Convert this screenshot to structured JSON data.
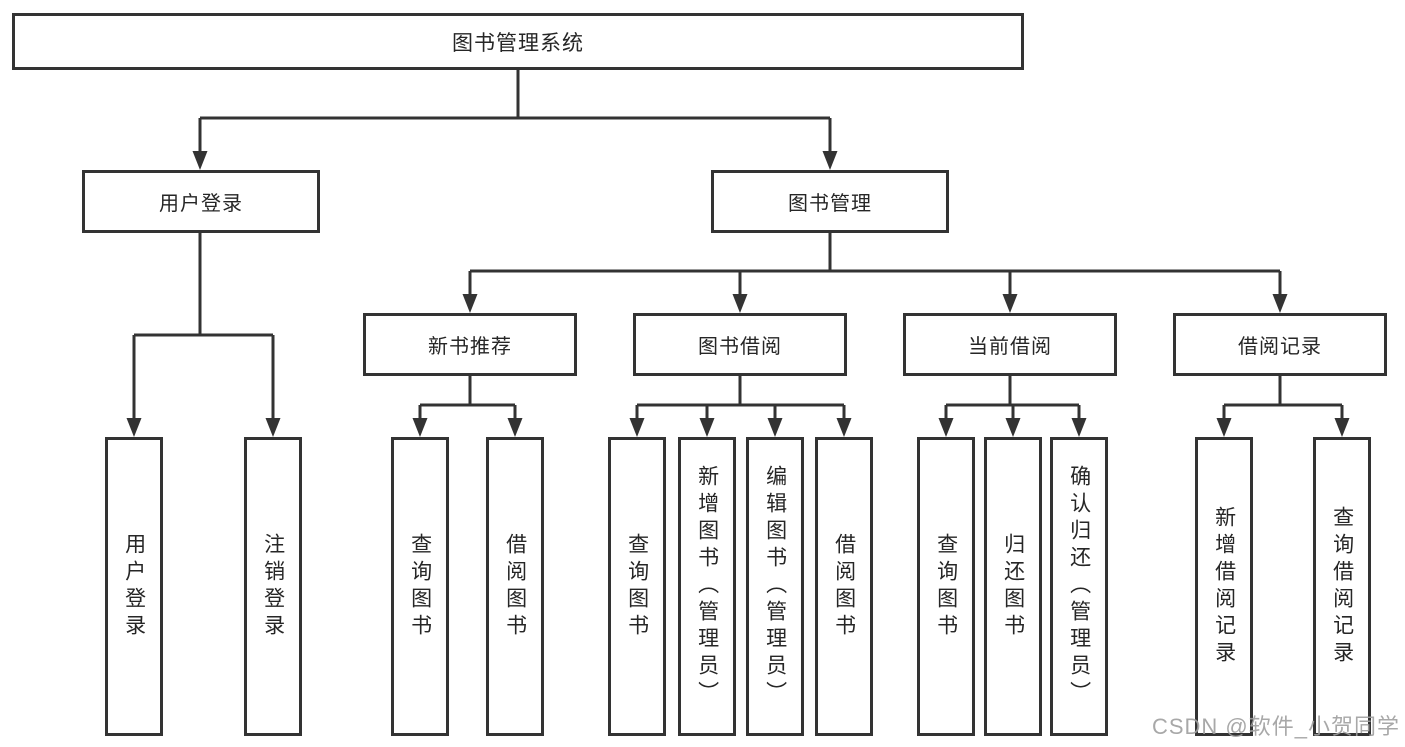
{
  "diagram": {
    "type": "tree-diagram",
    "title": "图书管理系统"
  },
  "tree": {
    "label": "图书管理系统",
    "children": [
      {
        "label": "用户登录",
        "children": [
          {
            "label": "用户登录"
          },
          {
            "label": "注销登录"
          }
        ]
      },
      {
        "label": "图书管理",
        "children": [
          {
            "label": "新书推荐",
            "children": [
              {
                "label": "查询图书"
              },
              {
                "label": "借阅图书"
              }
            ]
          },
          {
            "label": "图书借阅",
            "children": [
              {
                "label": "查询图书"
              },
              {
                "label": "新增图书（管理员）"
              },
              {
                "label": "编辑图书（管理员）"
              },
              {
                "label": "借阅图书"
              }
            ]
          },
          {
            "label": "当前借阅",
            "children": [
              {
                "label": "查询图书"
              },
              {
                "label": "归还图书"
              },
              {
                "label": "确认归还（管理员）"
              }
            ]
          },
          {
            "label": "借阅记录",
            "children": [
              {
                "label": "新增借阅记录"
              },
              {
                "label": "查询借阅记录"
              }
            ]
          }
        ]
      }
    ]
  },
  "watermark": {
    "text": "CSDN @软件_小贺同学"
  },
  "colors": {
    "line": "#333333",
    "box_fill": "#ffffff",
    "text": "#262626",
    "watermark": "#9e9e9e"
  }
}
